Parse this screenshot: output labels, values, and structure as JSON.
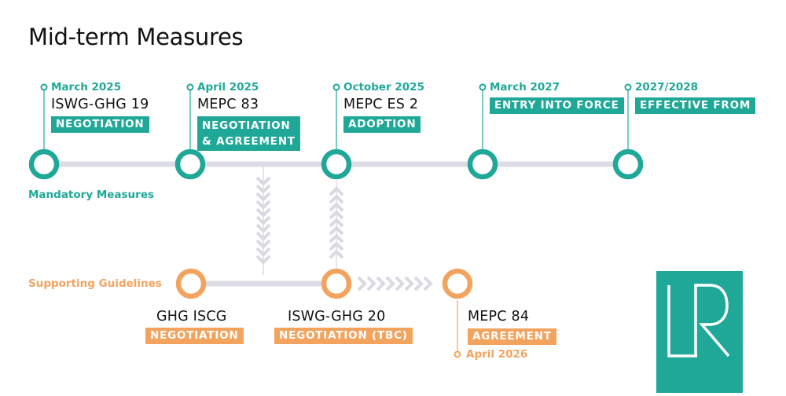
{
  "title": "Mid-term Measures",
  "colors": {
    "teal": "#1fa898",
    "orange": "#f2a45f",
    "line": "#dcdce4",
    "chevron": "#d9d9e3"
  },
  "rows": {
    "mandatory_label": "Mandatory Measures",
    "supporting_label": "Supporting Guidelines"
  },
  "mandatory": [
    {
      "date": "March 2025",
      "name": "ISWG-GHG 19",
      "tag": "NEGOTIATION"
    },
    {
      "date": "April 2025",
      "name": "MEPC 83",
      "tag_line1": "NEGOTIATION",
      "tag_line2": "& AGREEMENT"
    },
    {
      "date": "October 2025",
      "name": "MEPC ES 2",
      "tag": "ADOPTION"
    },
    {
      "date": "March 2027",
      "tag": "ENTRY INTO FORCE"
    },
    {
      "date": "2027/2028",
      "tag": "EFFECTIVE FROM"
    }
  ],
  "supporting": [
    {
      "name": "GHG ISCG",
      "tag": "NEGOTIATION"
    },
    {
      "name": "ISWG-GHG 20",
      "tag": "NEGOTIATION (TBC)"
    },
    {
      "name": "MEPC 84",
      "tag": "AGREEMENT",
      "date": "April 2026"
    }
  ],
  "logo": {
    "text": "LR"
  }
}
